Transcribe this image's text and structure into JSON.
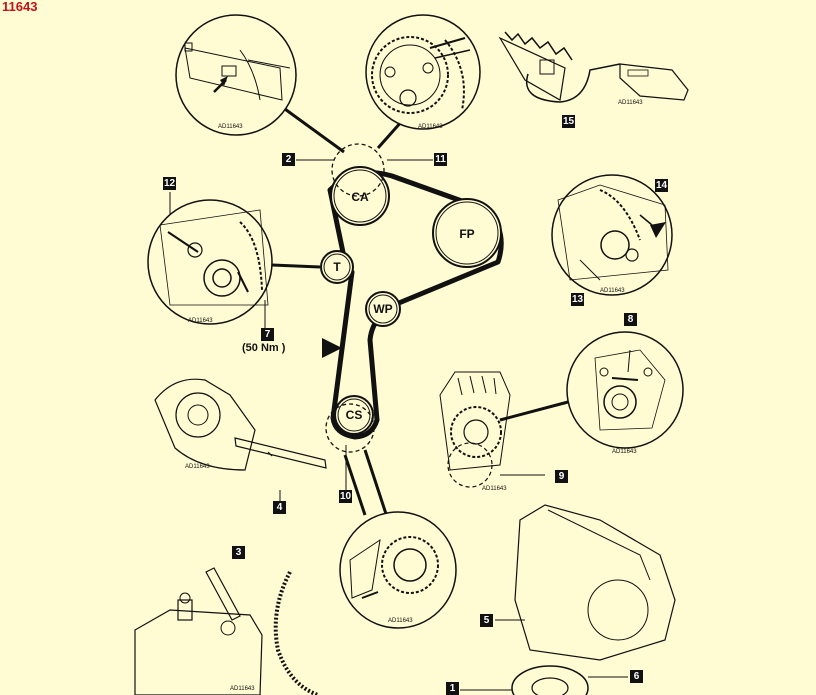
{
  "figure_code": "11643",
  "drawing_ref": "AD11643",
  "pulleys": {
    "camshaft": "CA",
    "fuel_pump": "FP",
    "tensioner": "T",
    "water_pump": "WP",
    "crankshaft": "CS"
  },
  "torque_note": "(50 Nm )",
  "callouts": [
    "1",
    "2",
    "3",
    "4",
    "5",
    "6",
    "7",
    "8",
    "9",
    "10",
    "11",
    "12",
    "13",
    "14",
    "15"
  ],
  "colors": {
    "background": "#fffbd2",
    "figure_code": "#c0141c",
    "line": "#111111"
  }
}
